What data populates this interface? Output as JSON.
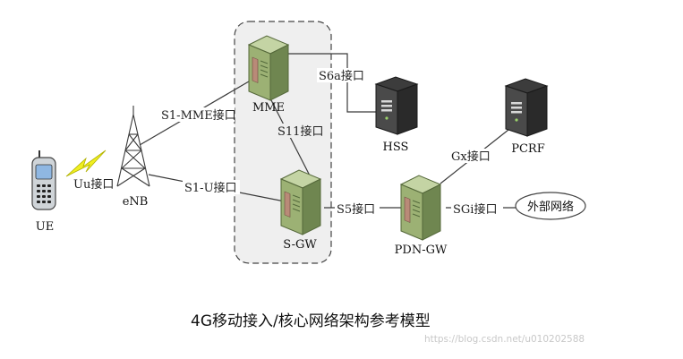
{
  "nodes": {
    "ue": "UE",
    "enb": "eNB",
    "mme": "MME",
    "sgw": "S-GW",
    "hss": "HSS",
    "pcrf": "PCRF",
    "pdngw": "PDN-GW",
    "external_network": "外部网络"
  },
  "interfaces": {
    "uu": "Uu接口",
    "s1_mme": "S1-MME接口",
    "s1_u": "S1-U接口",
    "s6a": "S6a接口",
    "s11": "S11接口",
    "s5": "S5接口",
    "gx": "Gx接口",
    "sgi": "SGi接口"
  },
  "caption": "4G移动接入/核心网络架构参考模型",
  "watermark": "https://blog.csdn.net/u010202588",
  "colors": {
    "server_body": "#9cb174",
    "server_top": "#c4d4a4",
    "server_side": "#6f8650",
    "line": "#3a3a3a",
    "lightning": "#e6e600",
    "group_box": "#efefef"
  }
}
